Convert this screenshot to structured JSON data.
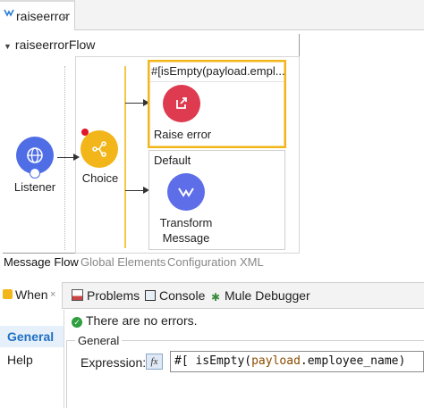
{
  "editor": {
    "tab_label": "raiseerror",
    "close_glyph": "×"
  },
  "flow": {
    "name": "raiseerrorFlow",
    "collapse_glyph": "▼"
  },
  "nodes": {
    "listener": {
      "label": "Listener",
      "icon": "globe-icon",
      "color": "#4f6ee6"
    },
    "choice": {
      "label": "Choice",
      "icon": "branch-icon",
      "color": "#f2b51a"
    },
    "when_route": {
      "expression": "#[isEmpty(payload.empl..."
    },
    "raise_error": {
      "label": "Raise error",
      "icon": "raise-error-icon",
      "color": "#de3a50"
    },
    "default_route": {
      "label": "Default"
    },
    "transform": {
      "label_line1": "Transform",
      "label_line2": "Message",
      "icon": "transform-icon",
      "color": "#5d6ee8"
    }
  },
  "editor_subtabs": {
    "message_flow": "Message Flow",
    "global_elements": "Global Elements",
    "configuration_xml": "Configuration XML"
  },
  "properties": {
    "when_tab": "When",
    "problems_tab": "Problems",
    "console_tab": "Console",
    "debugger_tab": "Mule Debugger",
    "nav": {
      "general": "General",
      "help": "Help"
    },
    "status_text": "There are no errors.",
    "group_title": "General",
    "expression_label": "Expression:",
    "fx_label": "fx",
    "expression_prefix": "#[",
    "expression_fn": "isEmpty(",
    "expression_var": "payload",
    "expression_rest": ".employee_name)"
  },
  "colors": {
    "accent_blue": "#2a7fd4",
    "ok_green": "#2e9e3e",
    "selection_orange": "#f2b51a"
  }
}
